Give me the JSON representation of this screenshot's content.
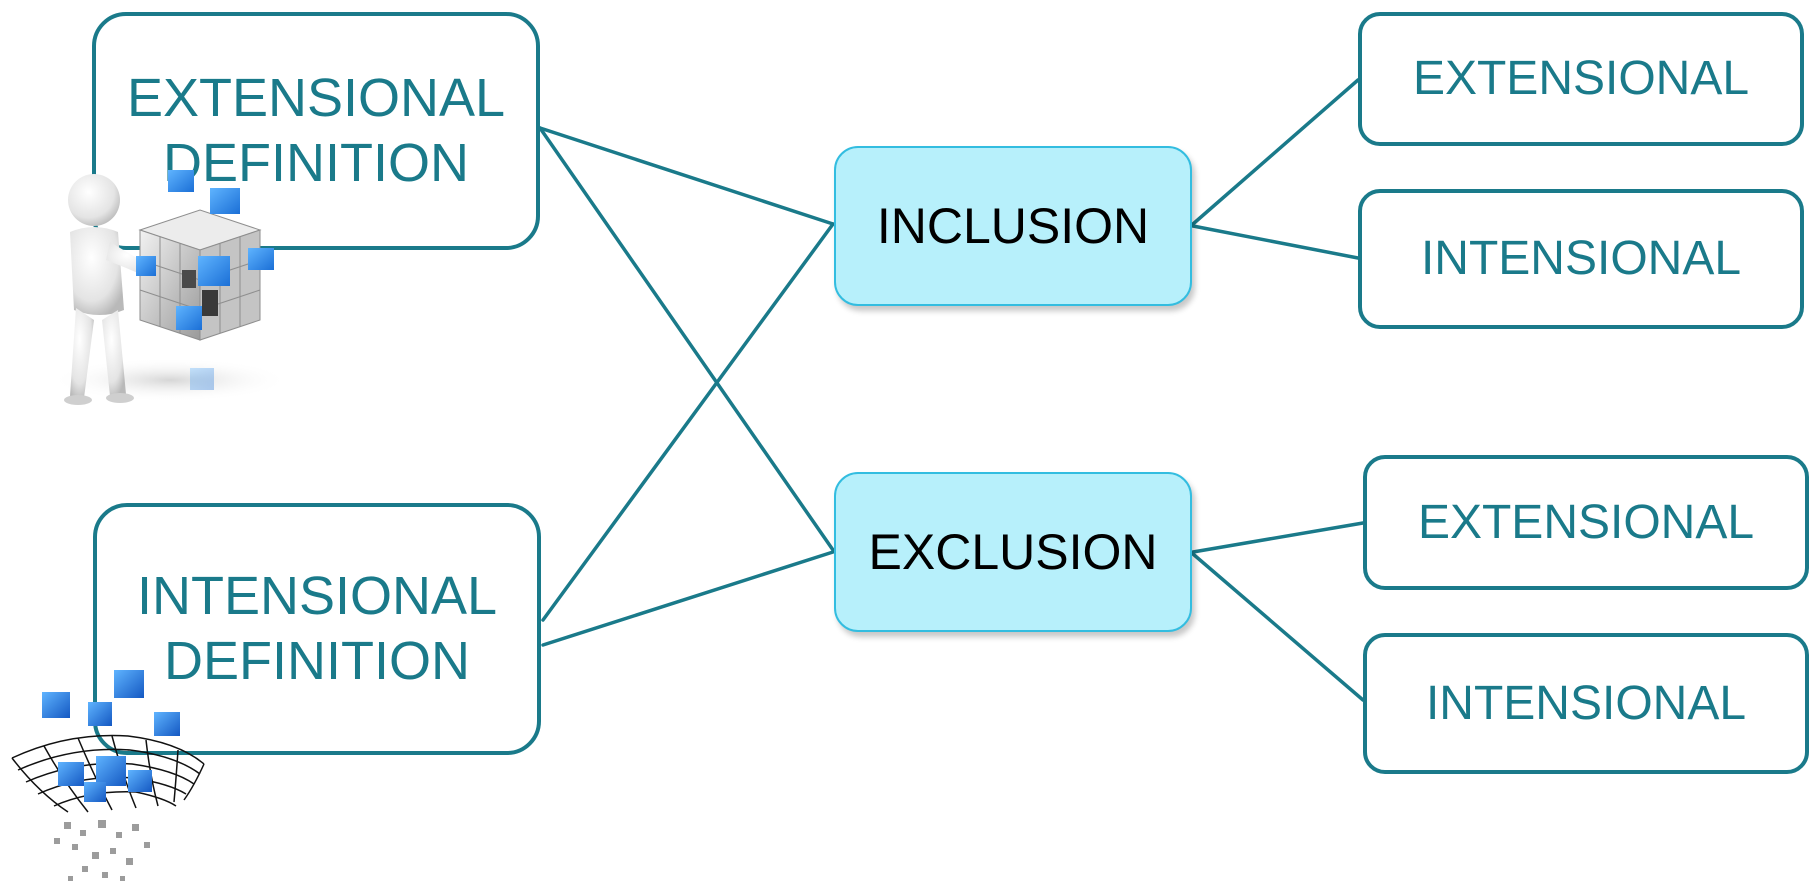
{
  "colors": {
    "stroke": "#1a7a8a",
    "hub_fill": "#b7f0fb",
    "hub_border": "#33bde0",
    "cube_blue": "#2f80e0"
  },
  "definitions": {
    "extensional": {
      "line1": "EXTENSIONAL",
      "line2": "DEFINITION"
    },
    "intensional": {
      "line1": "INTENSIONAL",
      "line2": "DEFINITION"
    }
  },
  "hubs": {
    "inclusion": "INCLUSION",
    "exclusion": "EXCLUSION"
  },
  "leaves": {
    "inclusion_extensional": "EXTENSIONAL",
    "inclusion_intensional": "INTENSIONAL",
    "exclusion_extensional": "EXTENSIONAL",
    "exclusion_intensional": "INTENSIONAL"
  },
  "illustrations": {
    "top": "person-assembling-cube",
    "bottom": "cubes-falling-through-net"
  }
}
